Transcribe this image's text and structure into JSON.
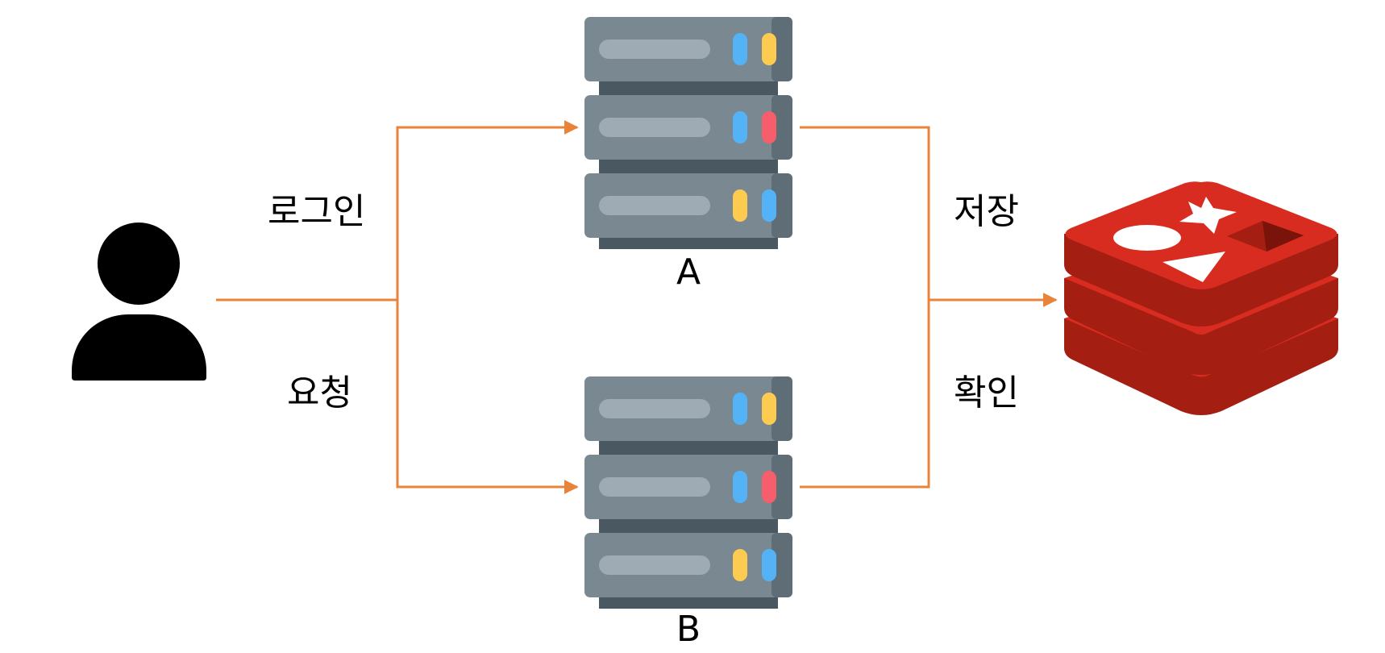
{
  "labels": {
    "login": "로그인",
    "request": "요청",
    "save": "저장",
    "check": "확인",
    "server_a": "A",
    "server_b": "B"
  },
  "colors": {
    "connector": "#E8833A",
    "server_body": "#7A8891",
    "server_dark": "#4A5961",
    "server_slot": "#9EABB5",
    "led_blue": "#54B3F7",
    "led_yellow": "#FCCB4F",
    "led_red": "#F55E6A",
    "redis_red": "#D82C20",
    "redis_dark": "#A41E11",
    "user": "#000000"
  },
  "icons": {
    "user": "user-icon",
    "server_a": "server-icon",
    "server_b": "server-icon",
    "cache": "redis-icon"
  }
}
